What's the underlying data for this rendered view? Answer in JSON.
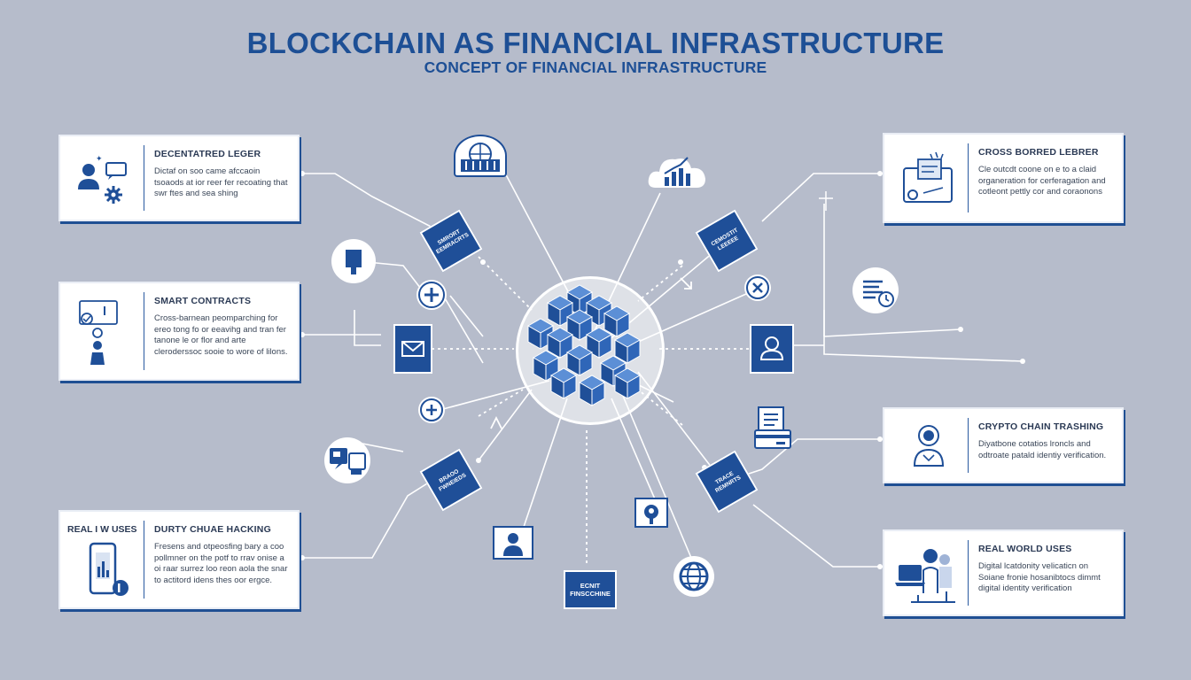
{
  "header": {
    "title": "BLOCKCHAIN AS FINANCIAL INFRASTRUCTURE",
    "subtitle": "CONCEPT OF FINANCIAL INFRASTRUCTURE"
  },
  "cards": {
    "decentralized_ledger": {
      "title": "DECENTATRED LEGER",
      "body": "Dictaf on soo came afccaoin tsoaods at ior reer fer recoating that swr ftes and sea shing",
      "icon": "user-gear-icon"
    },
    "smart_contracts": {
      "title": "SMART CONTRACTS",
      "body": "Cross-barnean peomparching for ereo tong fo or eeavihg and tran fer tanone le or flor and arte cleroderssoc sooie to wore of lilons.",
      "icon": "contract-user-icon"
    },
    "real_world_uses_left": {
      "prefix": "REAL I W USES",
      "title": "DURTY CHUAE HACKING",
      "body": "Fresens and otpeosfing bary a coo pollmner on the potf to rrav onise a oi raar surrez loo reon aola the snar to actitord idens thes oor ergce.",
      "icon": "mobile-chart-icon"
    },
    "cross_border_ledger": {
      "title": "CROSS BORRED LEBRER",
      "body": "Cle outcdt coone on e to a claid organeration for cerferagation and cotleont pettly cor and coraonons",
      "icon": "document-certificate-icon"
    },
    "crypto_chain_tracking": {
      "title": "CRYPTO CHAIN TRASHING",
      "body": "Diyatbone cotatios lroncls and odtroate patald identiy verification.",
      "icon": "user-verify-icon"
    },
    "real_world_uses_right": {
      "title": "REAL WORLD USES",
      "body": "Digital lcatdonity velicaticn on Soiane fronie hosanibtocs dimmt digital identity verification",
      "icon": "people-laptop-icon"
    }
  },
  "nodes": {
    "diamond_top_left": "SMRORT EEMRACRTS",
    "diamond_top_right": "CEMOSTIT LEEEEE",
    "diamond_bottom_left": "BRAOO FWNEIEDS",
    "diamond_bottom_right": "TRACE REMNRTS",
    "rect_bottom": "ECNIT FINSCCHINE"
  },
  "icons": {
    "center": "blockchain-cubes-icon",
    "top_1": "bank-globe-icon",
    "top_2": "cloud-chart-icon",
    "left_1": "phone-receiver-icon",
    "left_2": "plus-icon",
    "left_3": "plus-icon",
    "left_4": "chat-devices-icon",
    "left_mid": "mail-icon",
    "right_1": "close-icon",
    "right_2": "list-clock-icon",
    "right_mid": "user-icon",
    "right_3": "card-document-icon",
    "bottom_1": "person-screen-icon",
    "bottom_2": "lock-icon",
    "bottom_3": "globe-icon"
  },
  "colors": {
    "background": "#b6bccb",
    "accent": "#1f4f98",
    "title": "#1d4f95",
    "card": "#ffffff"
  }
}
